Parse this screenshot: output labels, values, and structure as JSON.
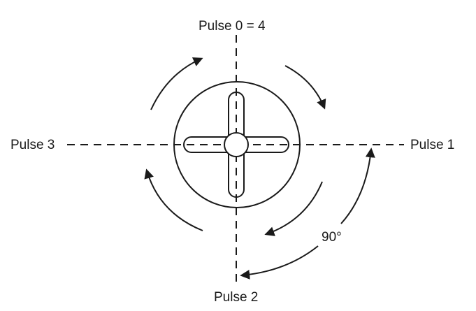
{
  "labels": {
    "pulse_top": "Pulse 0 = 4",
    "pulse_right": "Pulse 1",
    "pulse_bottom": "Pulse 2",
    "pulse_left": "Pulse 3",
    "angle": "90°"
  },
  "colors": {
    "ink": "#1a1a1a",
    "background": "#ffffff"
  }
}
